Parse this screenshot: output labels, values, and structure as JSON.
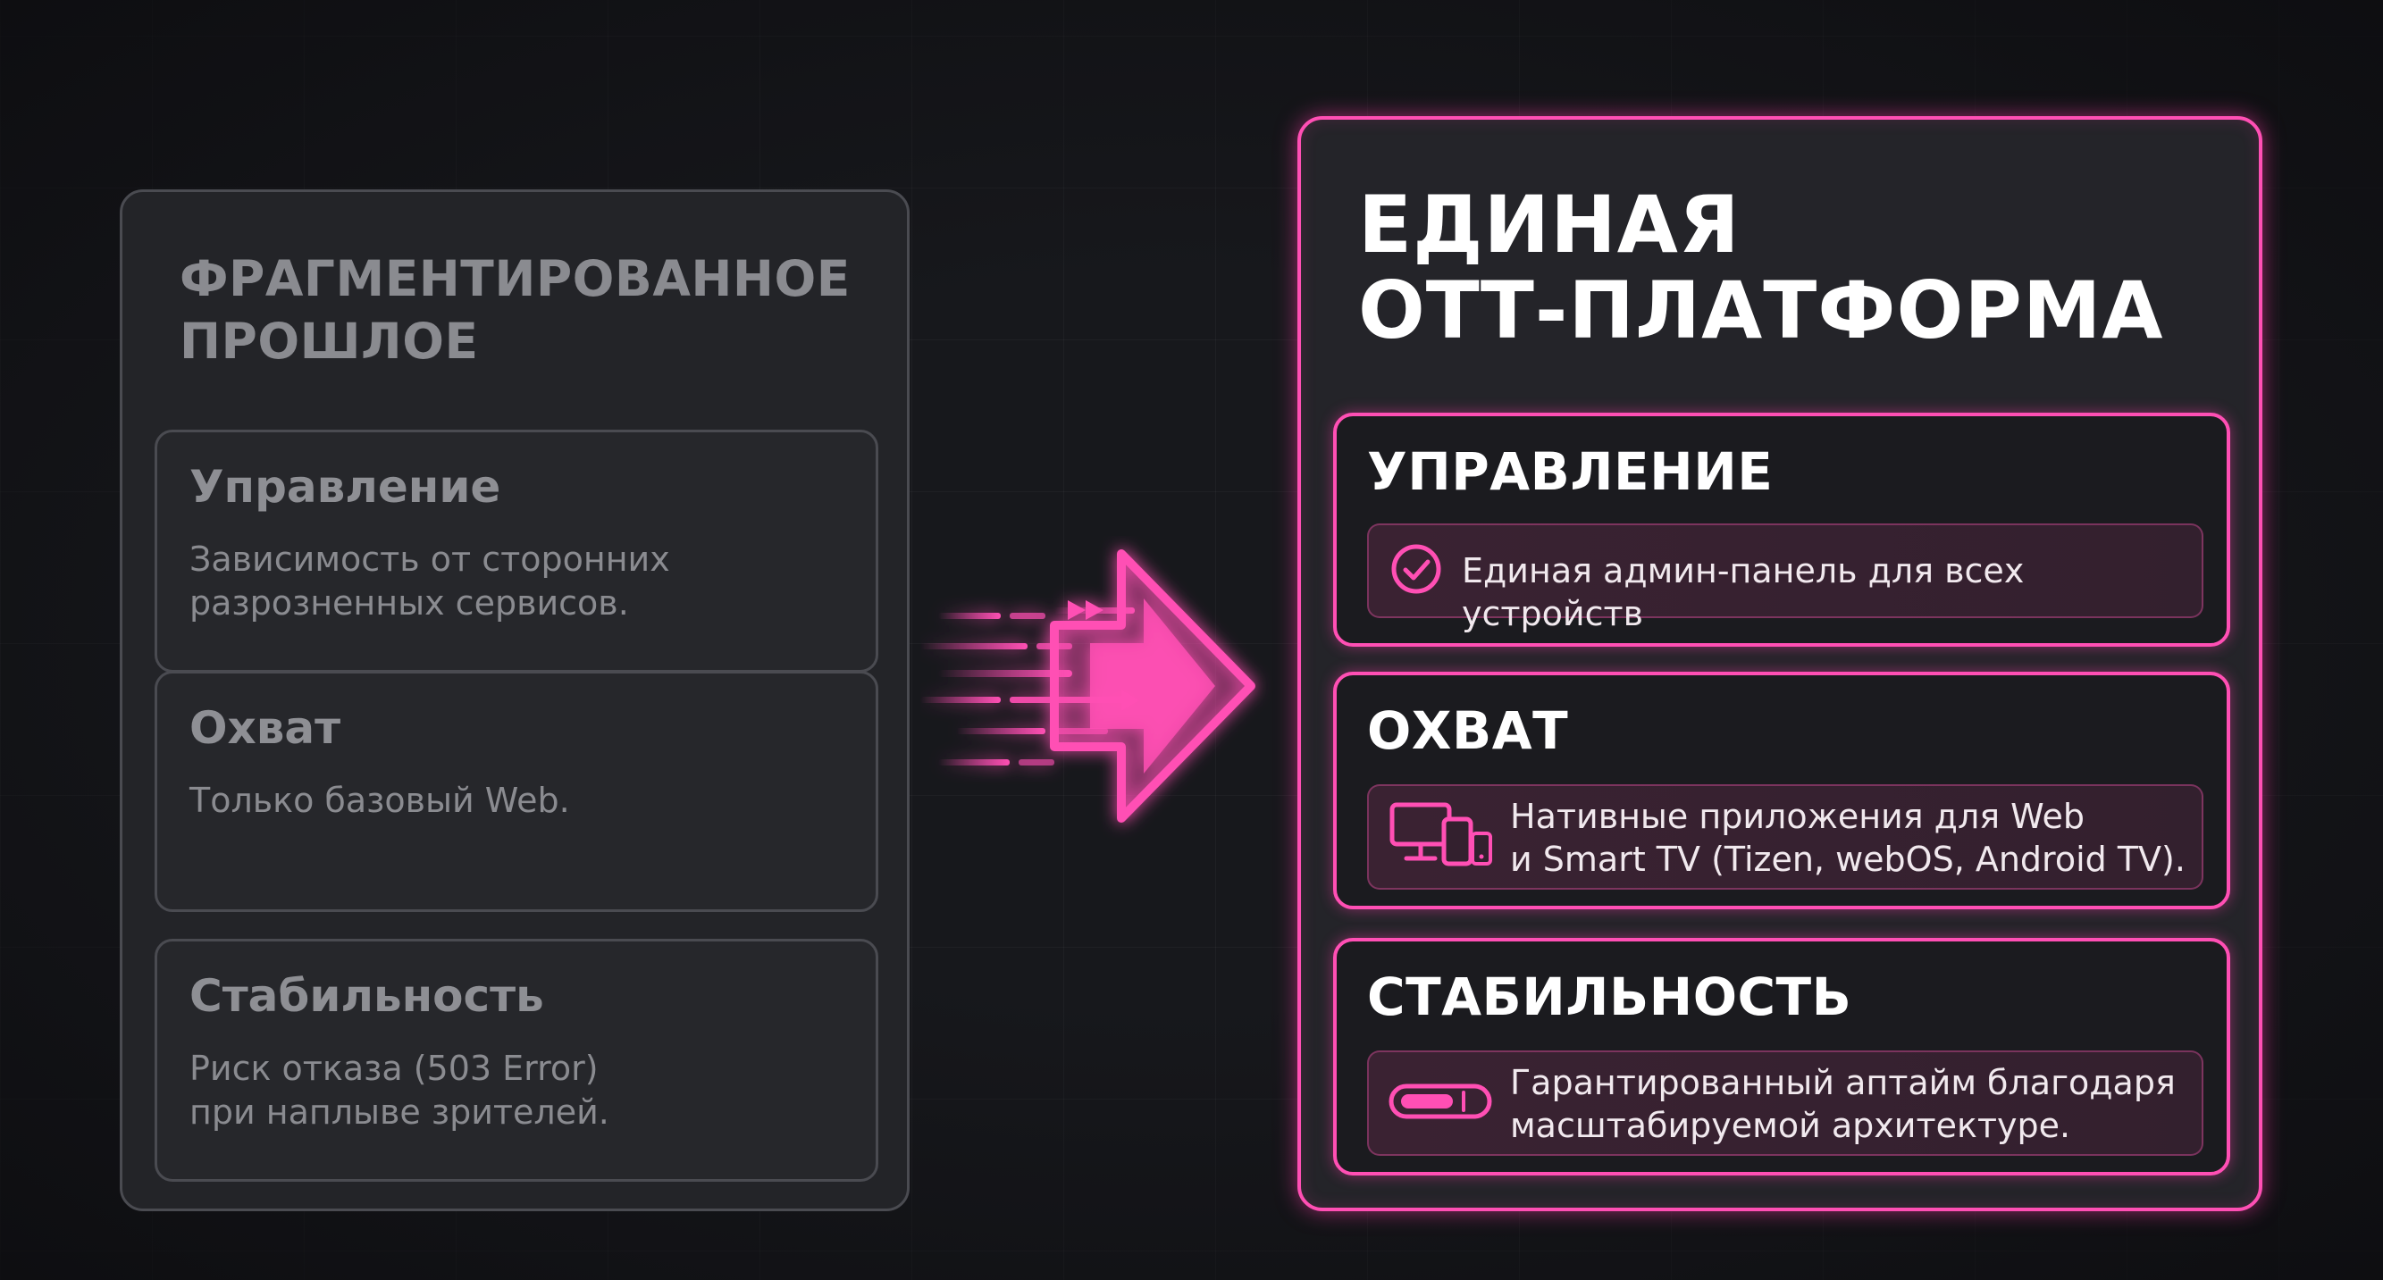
{
  "left": {
    "title_lines": [
      "ФРАГМЕНТИРОВАННОЕ",
      "ПРОШЛОЕ"
    ],
    "cards": [
      {
        "title": "Управление",
        "desc_lines": [
          "Зависимость от сторонних",
          "разрозненных сервисов."
        ]
      },
      {
        "title": "Охват",
        "desc_lines": [
          "Только базовый Web."
        ]
      },
      {
        "title": "Стабильность",
        "desc_lines": [
          "Риск отказа (503 Error)",
          "при наплыве зрителей."
        ]
      }
    ]
  },
  "right": {
    "title_lines": [
      "ЕДИНАЯ",
      "ОТТ-ПЛАТФОРМА"
    ],
    "cards": [
      {
        "title": "УПРАВЛЕНИЕ",
        "icon": "check-circle-icon",
        "feature_lines": [
          "Единая админ-панель для всех устройств"
        ]
      },
      {
        "title": "ОХВАТ",
        "icon": "devices-icon",
        "feature_lines": [
          "Нативные приложения для Web",
          "и Smart TV (Tizen, webOS, Android TV)."
        ]
      },
      {
        "title": "СТАБИЛЬНОСТЬ",
        "icon": "toggle-switch-icon",
        "feature_lines": [
          "Гарантированный аптайм благодаря",
          "масштабируемой архитектуре."
        ]
      }
    ]
  },
  "transition_icon": "arrow-right-icon",
  "colors": {
    "accent": "#ff4fb4",
    "background": "#17181c",
    "muted_text": "#8a8b90",
    "left_border": "#4a4b51"
  }
}
